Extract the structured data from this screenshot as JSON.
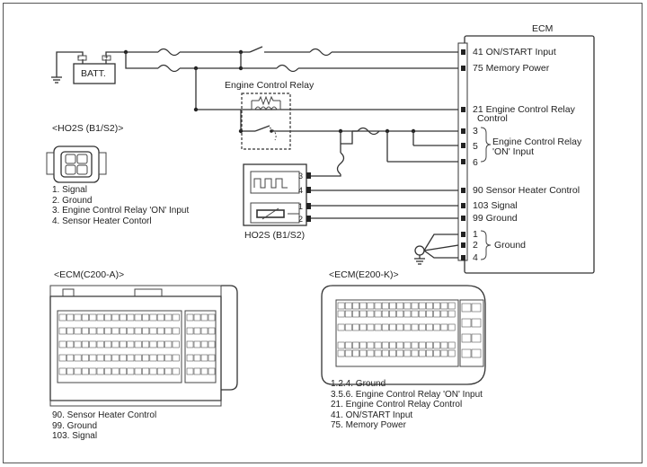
{
  "ecm": {
    "title": "ECM",
    "pins": [
      {
        "num": "41",
        "label": "ON/START Input"
      },
      {
        "num": "75",
        "label": "Memory Power"
      },
      {
        "num": "21",
        "label": "Engine Control Relay",
        "label2": "Control"
      },
      {
        "num": "3",
        "label": ""
      },
      {
        "num": "5",
        "label": ""
      },
      {
        "num": "6",
        "label": ""
      },
      {
        "num": "90",
        "label": "Sensor Heater Control"
      },
      {
        "num": "103",
        "label": "Signal"
      },
      {
        "num": "99",
        "label": "Ground"
      },
      {
        "num": "1",
        "label": ""
      },
      {
        "num": "2",
        "label": ""
      },
      {
        "num": "4",
        "label": ""
      }
    ],
    "relay_input_label1": "Engine Control Relay",
    "relay_input_label2": "'ON' Input",
    "ground_label": "Ground"
  },
  "battery_label": "BATT.",
  "relay_label": "Engine Control Relay",
  "ho2s": {
    "title": "<HO2S (B1/S2)>",
    "label": "HO2S (B1/S2)",
    "pins": [
      "3",
      "4",
      "1",
      "2"
    ],
    "legend": [
      "1. Signal",
      "2. Ground",
      "3. Engine Control Relay 'ON' Input",
      "4. Sensor Heater Contorl"
    ],
    "connector_pins": [
      "1",
      "2",
      "3",
      "4"
    ]
  },
  "ecm_a": {
    "title": "<ECM(C200-A)>",
    "legend": [
      "90. Sensor Heater Control",
      "99. Ground",
      "103. Signal"
    ]
  },
  "ecm_k": {
    "title": "<ECM(E200-K)>",
    "legend": [
      "1.2.4. Ground",
      "3.5.6. Engine Control Relay 'ON' Input",
      "21. Engine Control Relay Control",
      "41. ON/START Input",
      "75. Memory Power"
    ]
  }
}
